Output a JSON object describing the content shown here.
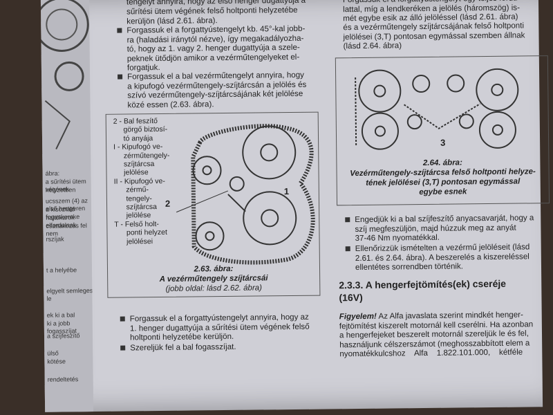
{
  "left_strip": {
    "fragments": [
      "ábra:",
      "a sűrítési ütem végének",
      "helyzetben",
      "ucsszem (4) az első hengeren",
      "a kisoztáló fogaskereke",
      "hajtókarok elfordulnak",
      "csattakozás fel nem",
      "rszíjak",
      "t a helyébe",
      "elgyelt semleges le",
      "ek ki a bal",
      "ki a jobb fogasszíjat",
      "a szíjfeszítő",
      "ülső",
      "kötése",
      "rendeltetés"
    ]
  },
  "left_col": {
    "top_text": "sűrítési ütem végének felső holtponti helyzetébe\nkerüljön (lásd 2.61. ábra).",
    "top_prefix": "tengelyt annyira, hogy az első henger dugattyúja a",
    "bullet1": "Forgassuk el a forgattyústengelyt kb. 45°-kal jobb-\nra (haladási iránytól nézve), így megakadályozha-\ntó, hogy az 1. vagy 2. henger dugattyúja a szele-\npeknek ütődjön amikor a vezérműtengelyeket el-\nforgatjuk.",
    "bullet2": "Forgassuk el a bal vezérműtengelyt annyira, hogy\na kipufogó vezérműtengely-szíjtárcsán a jelölés és\nszívó vezérműtengely-szíjtárcsájának két jelölése\nközé essen (2.63. ábra).",
    "figure": {
      "legend": "2 - Bal feszítő\n     görgő biztosí-\n     tó anyája\nI - Kipufogó ve-\n     zérműtengely-\n     szíjtárcsa\n     jelölése\nII - Kipufogó ve-\n      zérmű-\n      tengely-\n      szíjtárcsa\n      jelölése\nT - Felső holt-\n      ponti helyzet\n      jelölései",
      "label_1": "1",
      "label_2": "2",
      "caption_num": "2.63. ábra:",
      "caption_title": "A vezérműtengely szíjtárcsái",
      "caption_sub": "(jobb oldal: lásd 2.62. ábra)"
    },
    "bullet3": "Forgassuk el a forgattyústengelyt annyira, hogy az\n1. henger dugattyúja a sűrítési ütem végének felső\nholtponti helyzetébe kerüljön.",
    "bullet4": "Szereljük fel a bal fogasszíjat."
  },
  "right_col": {
    "top_text": "Forgassuk el a forgattyústengelyt egy teljes fordu-\nlattal, míg a lendkeréken a jelölés (háromszög) is-\nmét egybe esik az álló jelöléssel (lásd 2.61. ábra)",
    "bullet1": "és a vezérműtengely szíjtárcsájának felső holtponti\njelölései (3,T) pontosan egymással szemben állnak\n(lásd 2.64. ábra)",
    "figure": {
      "label_3": "3",
      "caption_num": "2.64. ábra:",
      "caption_title": "Vezérműtengely-szíjtárcsa felső holtponti helyze-\ntének jelölései (3,T) pontosan egymással\negybe esnek"
    },
    "bullet2": "Engedjük ki a bal szíjfeszítő anyacsavarját, hogy a\nszíj megfeszüljön, majd húzzuk meg az anyát\n37-46 Nm nyomatékkal.",
    "bullet3": "Ellenőrizzük ismételten a vezérmű jelöléseit (lásd\n2.61. és 2.64. ábra). A beszerelés a kiszereléssel\nellentétes sorrendben történik.",
    "heading": "2.3.3. A hengerfejtömítés(ek) cseréje\n(16V)",
    "warn_label": "Figyelem!",
    "warn_text": " Az Alfa javaslata szerint mindkét henger-\nfejtömítést kiszerelt motornál kell cserélni. Ha azonban\na hengerfejeket beszerelt motornál szereljük le és fel,\nhasználjunk célszerszámot (meghosszabbított elem a\nnyomatékkulcshoz    Alfa    1.822.101.000,    kétféle"
  }
}
